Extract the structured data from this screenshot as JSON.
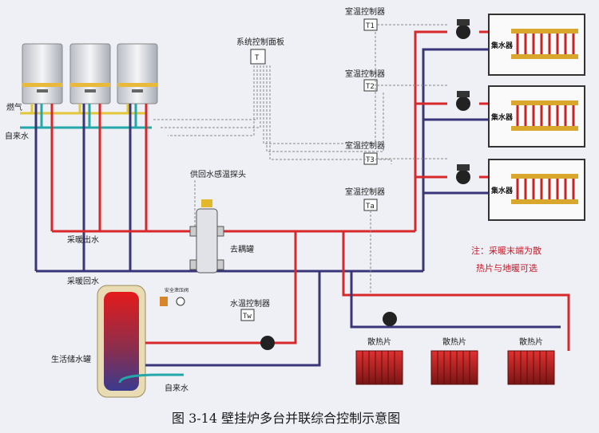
{
  "labels": {
    "gas": "燃气",
    "tap_water_left": "自来水",
    "system_panel": "系统控制面板",
    "system_panel_tag": "T",
    "sensor": "供回水感温探头",
    "buffer_tank": "去耦罐",
    "supply_main": "采暖出水",
    "return_main": "采暖回水",
    "safety_valve": "安全泄压阀",
    "dhw_tank": "生活储水罐",
    "tap_water_bottom": "自来水",
    "water_controller": "水温控制器",
    "water_controller_tag": "Tw",
    "manifold": "集水器",
    "radiator": "散热片",
    "note_line1": "注：采暖末端为散",
    "note_line2": "热片与地暖可选",
    "caption": "图 3-14  壁挂炉多台并联综合控制示意图"
  },
  "room_controllers": [
    {
      "title": "室温控制器",
      "tag": "T1"
    },
    {
      "title": "室温控制器",
      "tag": "T2"
    },
    {
      "title": "室温控制器",
      "tag": "T3"
    },
    {
      "title": "室温控制器",
      "tag": "Ta"
    }
  ],
  "colors": {
    "hot_pipe": "#d8282c",
    "cold_pipe": "#3a3478",
    "gas_pipe": "#e3c63a",
    "tap_pipe": "#23a7a8",
    "note_text": "#c81a2a",
    "background": "#eef0f5"
  }
}
